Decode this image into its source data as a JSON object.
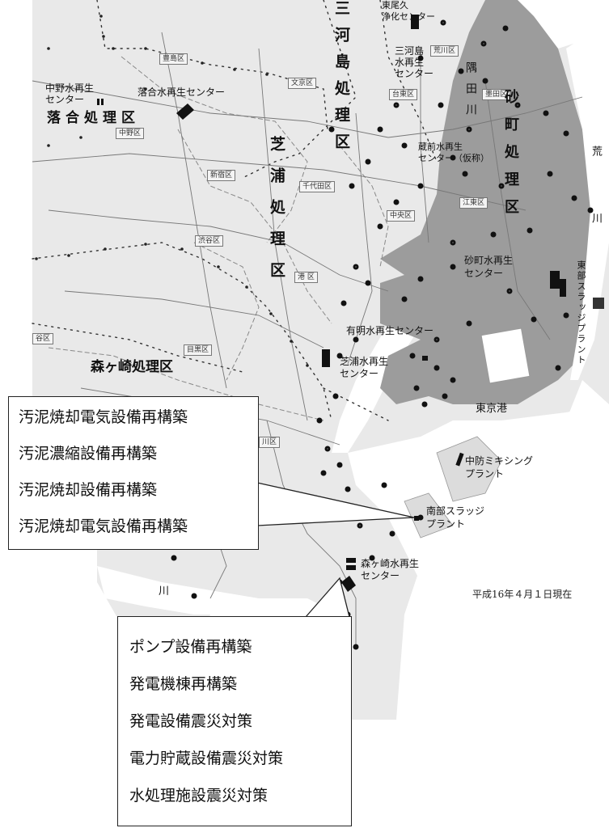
{
  "wards": {
    "toshima": "豊島区",
    "bunkyo": "文京区",
    "arakawa": "荒川区",
    "taito": "台東区",
    "sumida": "墨田区",
    "nakano": "中野区",
    "shinjuku": "新宿区",
    "chiyoda": "千代田区",
    "chuo": "中央区",
    "koto": "江東区",
    "shibuya": "渋谷区",
    "minato": "港 区",
    "meguro": "目黒区",
    "setagaya": "谷区",
    "shinagawa": "川区"
  },
  "districts": {
    "mikawashima": "三河島処理区",
    "ochiai": "落合処理区",
    "shibaura": "芝浦処理区",
    "sunamachi": "砂町処理区",
    "morigasaki": "森ヶ崎処理区",
    "sumida_river": "隅田川",
    "ara_river": "荒川",
    "tama_river": "川",
    "tokyo_port": "東京港"
  },
  "plants": {
    "nakano": "中野水再生\nセンター",
    "ochiai": "落合水再生センター",
    "mikawashima": "三河島\n水再生\nセンター",
    "ukimu_top": "東尾久\n浄化センター",
    "kuramae": "蔵前水再生\nセンター（仮称）",
    "sunamachi": "砂町水再生\nセンター",
    "ariake": "有明水再生センター",
    "shibaura": "芝浦水再生\nセンター",
    "morigasaki": "森ヶ崎水再生\nセンター",
    "nanbu_sludge": "南部スラッジ\nプラント",
    "chubo_mixing": "中防ミキシング\nプラント",
    "tobu_sludge": "東部スラッジプラント"
  },
  "callout_nanbu": [
    "汚泥焼却電気設備再構築",
    "汚泥濃縮設備再構築",
    "汚泥焼却設備再構築",
    "汚泥焼却電気設備再構築"
  ],
  "callout_morigasaki": [
    "ポンプ設備再構築",
    "発電機棟再構築",
    "発電設備震災対策",
    "電力貯蔵設備震災対策",
    "水処理施設震災対策"
  ],
  "date_note": "平成16年４月１日現在",
  "colors": {
    "map_bg": "#e9e9e9",
    "sunamachi_area": "#9c9c9c",
    "water": "#ffffff",
    "lines": "#888888"
  }
}
